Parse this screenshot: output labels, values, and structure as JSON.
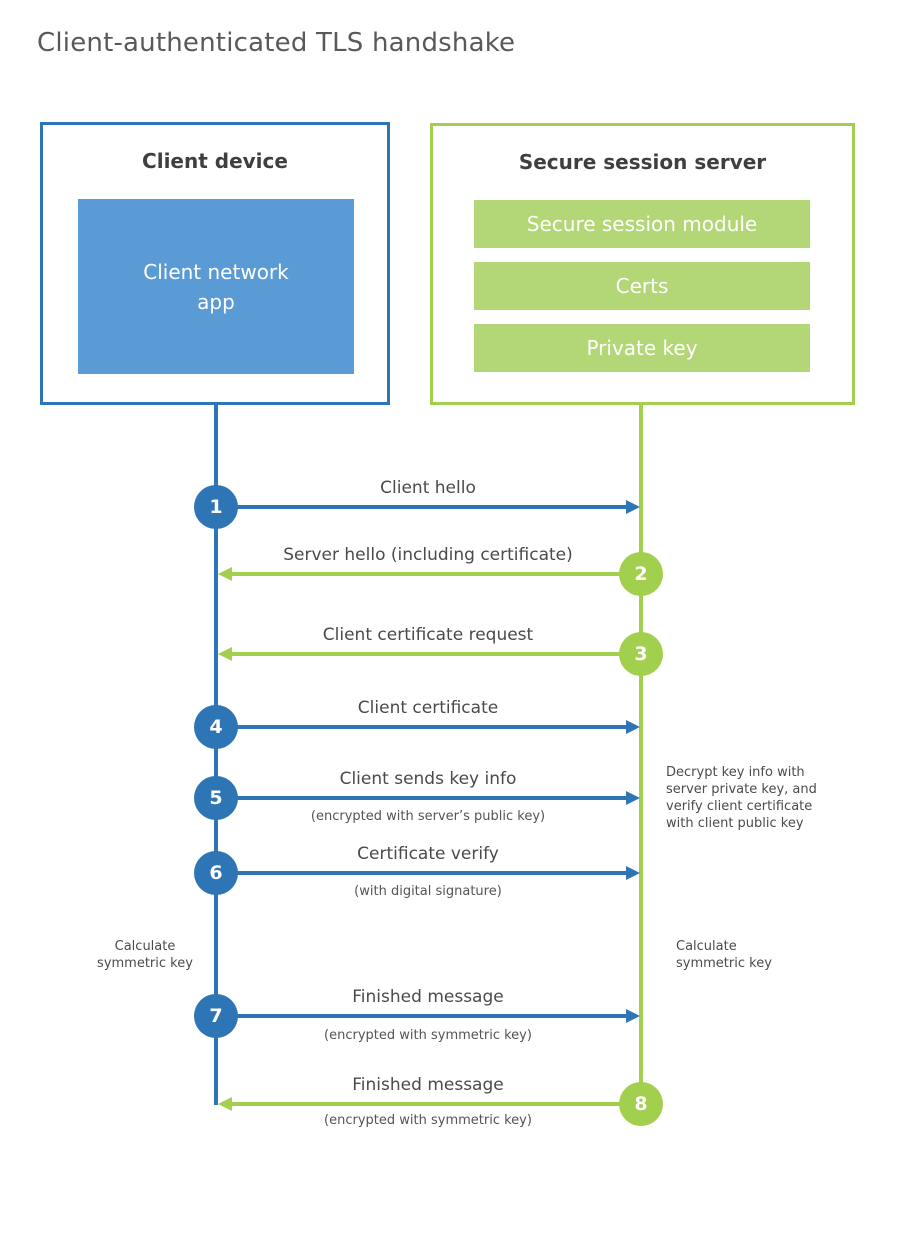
{
  "title": "Client-authenticated TLS handshake",
  "colors": {
    "blue": "#2e75b6",
    "blue_light": "#5b9bd5",
    "green": "#a3cf4f",
    "green_light": "#b3d777",
    "text_dark": "#3f3f3f",
    "text_gray": "#595959"
  },
  "client_box": {
    "title": "Client device",
    "app_label": "Client network\napp"
  },
  "server_box": {
    "title": "Secure session server",
    "modules": [
      "Secure session module",
      "Certs",
      "Private key"
    ]
  },
  "steps": [
    {
      "num": "1",
      "from": "client",
      "direction": "right",
      "label": "Client hello",
      "sub": ""
    },
    {
      "num": "2",
      "from": "server",
      "direction": "left",
      "label": "Server hello (including certificate)",
      "sub": ""
    },
    {
      "num": "3",
      "from": "server",
      "direction": "left",
      "label": "Client certificate request",
      "sub": ""
    },
    {
      "num": "4",
      "from": "client",
      "direction": "right",
      "label": "Client certificate",
      "sub": ""
    },
    {
      "num": "5",
      "from": "client",
      "direction": "right",
      "label": "Client sends key info",
      "sub": "(encrypted with server’s public key)"
    },
    {
      "num": "6",
      "from": "client",
      "direction": "right",
      "label": "Certificate verify",
      "sub": "(with digital signature)"
    },
    {
      "num": "7",
      "from": "client",
      "direction": "right",
      "label": "Finished message",
      "sub": "(encrypted with symmetric key)"
    },
    {
      "num": "8",
      "from": "server",
      "direction": "left",
      "label": "Finished message",
      "sub": "(encrypted with symmetric key)"
    }
  ],
  "annotations": {
    "decrypt_note": "Decrypt key info with server private key, and verify client certificate with client public key",
    "calc_left": "Calculate\nsymmetric key",
    "calc_right": "Calculate\nsymmetric key"
  }
}
